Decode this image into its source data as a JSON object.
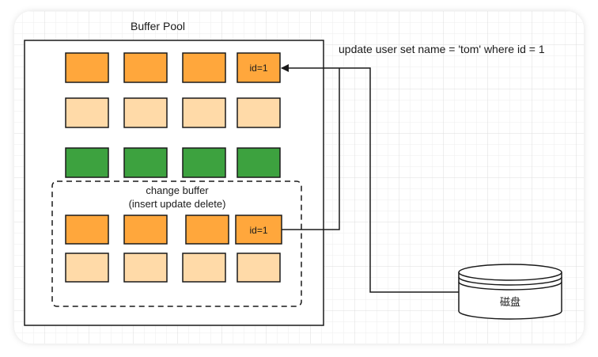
{
  "buffer_pool": {
    "title": "Buffer Pool"
  },
  "page_label": "id=1",
  "change_buffer": {
    "title_line1": "change buffer",
    "title_line2": "(insert update delete)",
    "page_label": "id=1"
  },
  "sql_statement": "update user set name = 'tom' where id = 1",
  "disk": {
    "label": "磁盘"
  },
  "colors": {
    "page_dark_orange": "#FFA73C",
    "page_light_orange": "#FFDAA8",
    "page_green": "#3DA23F",
    "outline": "#1A1A1A",
    "grid_line": "#E8E8E8",
    "card_background": "#FFFFFF"
  }
}
